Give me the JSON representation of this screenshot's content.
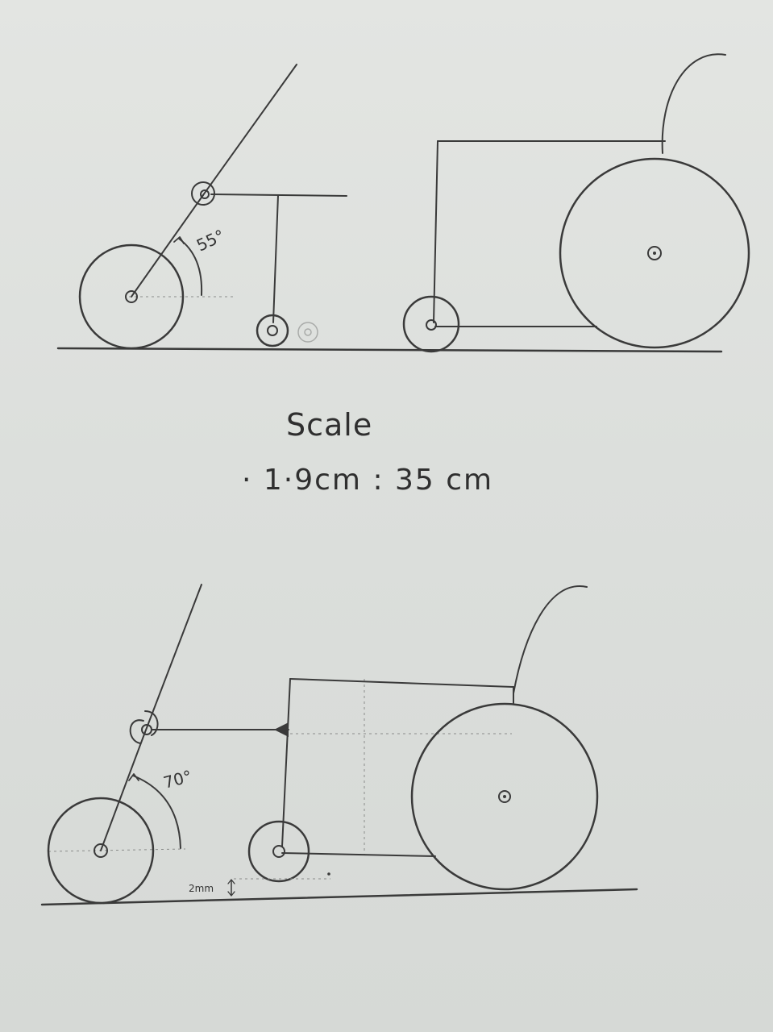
{
  "drawing": {
    "top_view": {
      "angle_label": "55°"
    },
    "scale": {
      "title": "Scale",
      "ratio": "· 1·9cm : 35 cm"
    },
    "bottom_view": {
      "angle_label": "70°",
      "clearance_label": "2mm"
    }
  },
  "colors": {
    "pencil": "#3a3a3a",
    "paper": "#dcdfdc"
  }
}
